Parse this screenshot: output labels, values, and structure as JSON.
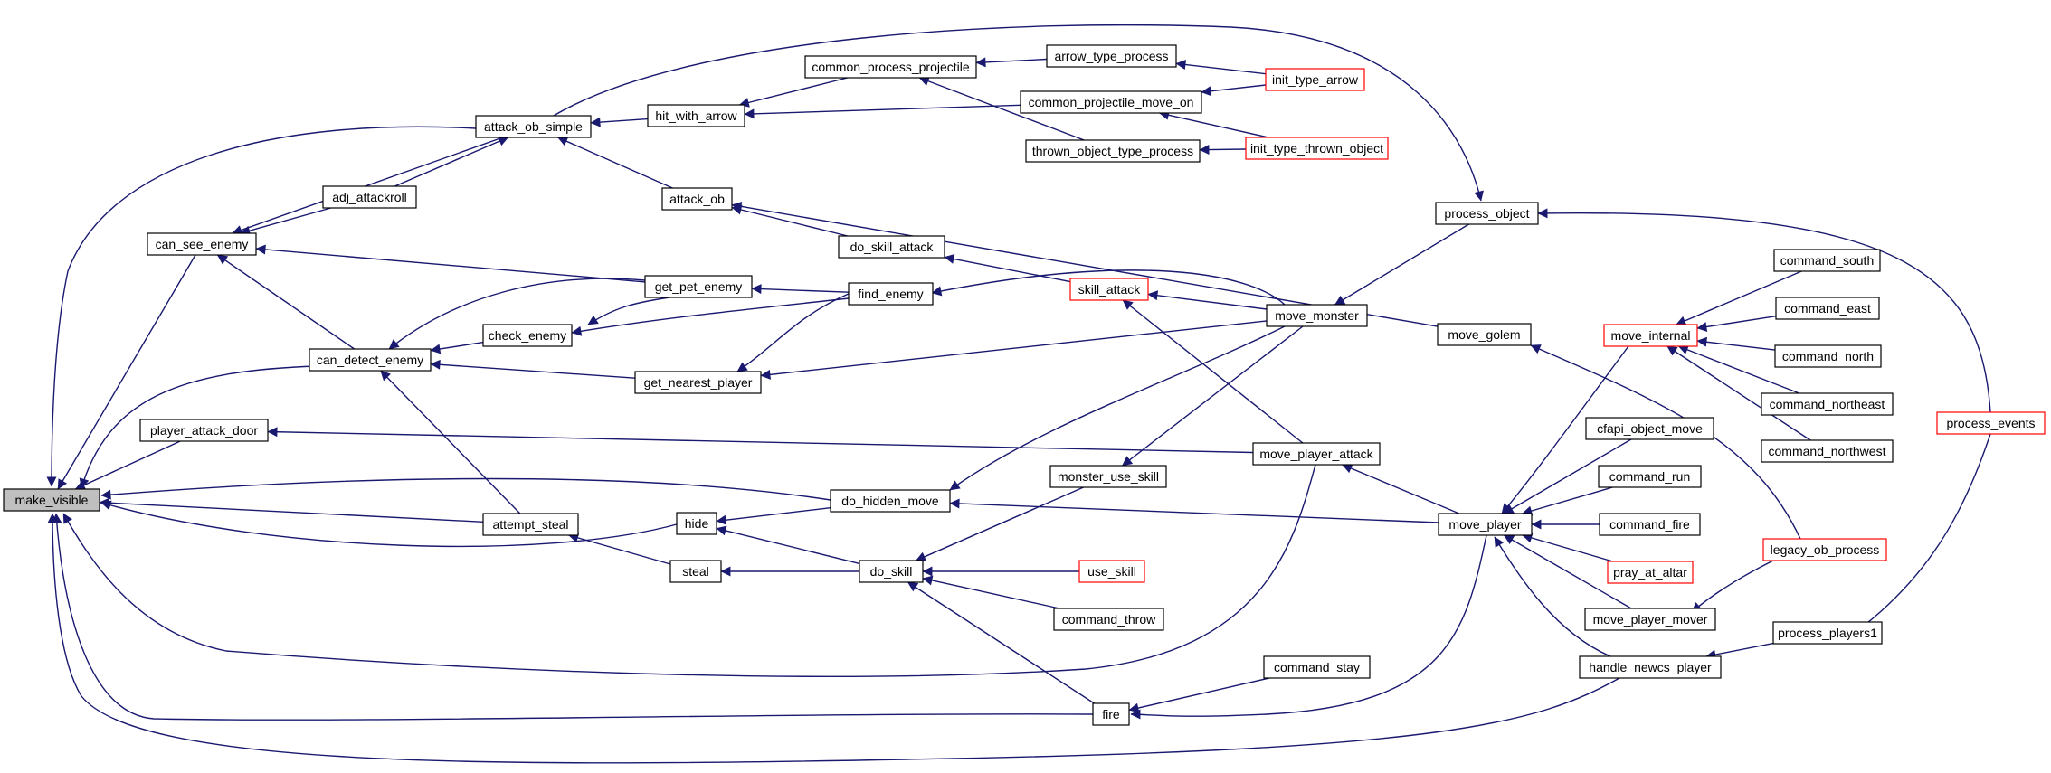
{
  "graph": {
    "edge_color": "#191970",
    "root_fill": "#bfbfbf",
    "red_border": "#ff0000",
    "black_border": "#000000",
    "nodes": [
      {
        "id": "make_visible",
        "label": "make_visible",
        "root": true
      },
      {
        "id": "attack_ob_simple",
        "label": "attack_ob_simple"
      },
      {
        "id": "adj_attackroll",
        "label": "adj_attackroll"
      },
      {
        "id": "can_see_enemy",
        "label": "can_see_enemy"
      },
      {
        "id": "can_detect_enemy",
        "label": "can_detect_enemy"
      },
      {
        "id": "player_attack_door",
        "label": "player_attack_door"
      },
      {
        "id": "attempt_steal",
        "label": "attempt_steal"
      },
      {
        "id": "check_enemy",
        "label": "check_enemy"
      },
      {
        "id": "hide",
        "label": "hide"
      },
      {
        "id": "steal",
        "label": "steal"
      },
      {
        "id": "hit_with_arrow",
        "label": "hit_with_arrow"
      },
      {
        "id": "attack_ob",
        "label": "attack_ob"
      },
      {
        "id": "get_pet_enemy",
        "label": "get_pet_enemy"
      },
      {
        "id": "get_nearest_player",
        "label": "get_nearest_player"
      },
      {
        "id": "common_process_projectile",
        "label": "common_process_projectile"
      },
      {
        "id": "do_skill_attack",
        "label": "do_skill_attack"
      },
      {
        "id": "find_enemy",
        "label": "find_enemy"
      },
      {
        "id": "do_hidden_move",
        "label": "do_hidden_move"
      },
      {
        "id": "do_skill",
        "label": "do_skill"
      },
      {
        "id": "arrow_type_process",
        "label": "arrow_type_process"
      },
      {
        "id": "common_projectile_move_on",
        "label": "common_projectile_move_on"
      },
      {
        "id": "thrown_object_type_process",
        "label": "thrown_object_type_process"
      },
      {
        "id": "skill_attack",
        "label": "skill_attack",
        "red": true
      },
      {
        "id": "monster_use_skill",
        "label": "monster_use_skill"
      },
      {
        "id": "use_skill",
        "label": "use_skill",
        "red": true
      },
      {
        "id": "command_throw",
        "label": "command_throw"
      },
      {
        "id": "fire",
        "label": "fire"
      },
      {
        "id": "init_type_arrow",
        "label": "init_type_arrow",
        "red": true
      },
      {
        "id": "init_type_thrown_object",
        "label": "init_type_thrown_object",
        "red": true
      },
      {
        "id": "move_monster",
        "label": "move_monster"
      },
      {
        "id": "move_player_attack",
        "label": "move_player_attack"
      },
      {
        "id": "command_stay",
        "label": "command_stay"
      },
      {
        "id": "process_object",
        "label": "process_object"
      },
      {
        "id": "move_golem",
        "label": "move_golem"
      },
      {
        "id": "move_player",
        "label": "move_player"
      },
      {
        "id": "move_internal",
        "label": "move_internal",
        "red": true
      },
      {
        "id": "cfapi_object_move",
        "label": "cfapi_object_move"
      },
      {
        "id": "command_run",
        "label": "command_run"
      },
      {
        "id": "command_fire",
        "label": "command_fire"
      },
      {
        "id": "pray_at_altar",
        "label": "pray_at_altar",
        "red": true
      },
      {
        "id": "move_player_mover",
        "label": "move_player_mover"
      },
      {
        "id": "handle_newcs_player",
        "label": "handle_newcs_player"
      },
      {
        "id": "command_south",
        "label": "command_south"
      },
      {
        "id": "command_east",
        "label": "command_east"
      },
      {
        "id": "command_north",
        "label": "command_north"
      },
      {
        "id": "command_northeast",
        "label": "command_northeast"
      },
      {
        "id": "command_northwest",
        "label": "command_northwest"
      },
      {
        "id": "legacy_ob_process",
        "label": "legacy_ob_process",
        "red": true
      },
      {
        "id": "process_players1",
        "label": "process_players1"
      },
      {
        "id": "process_events",
        "label": "process_events",
        "red": true
      }
    ],
    "edges": [
      {
        "from": "attack_ob_simple",
        "to": "make_visible"
      },
      {
        "from": "can_see_enemy",
        "to": "make_visible"
      },
      {
        "from": "can_detect_enemy",
        "to": "make_visible"
      },
      {
        "from": "player_attack_door",
        "to": "make_visible"
      },
      {
        "from": "do_hidden_move",
        "to": "make_visible"
      },
      {
        "from": "attempt_steal",
        "to": "make_visible"
      },
      {
        "from": "hide",
        "to": "make_visible"
      },
      {
        "from": "move_player_attack",
        "to": "make_visible"
      },
      {
        "from": "fire",
        "to": "make_visible"
      },
      {
        "from": "handle_newcs_player",
        "to": "make_visible"
      },
      {
        "from": "attack_ob_simple",
        "to": "can_see_enemy"
      },
      {
        "from": "adj_attackroll",
        "to": "can_see_enemy"
      },
      {
        "from": "get_pet_enemy",
        "to": "can_see_enemy"
      },
      {
        "from": "can_detect_enemy",
        "to": "can_see_enemy"
      },
      {
        "from": "adj_attackroll",
        "to": "attack_ob_simple"
      },
      {
        "from": "hit_with_arrow",
        "to": "attack_ob_simple"
      },
      {
        "from": "attack_ob",
        "to": "attack_ob_simple"
      },
      {
        "from": "attack_ob_simple",
        "to": "process_object"
      },
      {
        "from": "get_pet_enemy",
        "to": "can_detect_enemy"
      },
      {
        "from": "check_enemy",
        "to": "can_detect_enemy"
      },
      {
        "from": "get_nearest_player",
        "to": "can_detect_enemy"
      },
      {
        "from": "attempt_steal",
        "to": "can_detect_enemy"
      },
      {
        "from": "move_player_attack",
        "to": "player_attack_door"
      },
      {
        "from": "steal",
        "to": "attempt_steal"
      },
      {
        "from": "find_enemy",
        "to": "check_enemy"
      },
      {
        "from": "get_pet_enemy",
        "to": "check_enemy"
      },
      {
        "from": "find_enemy",
        "to": "get_pet_enemy"
      },
      {
        "from": "find_enemy",
        "to": "get_nearest_player"
      },
      {
        "from": "move_monster",
        "to": "get_nearest_player"
      },
      {
        "from": "move_monster",
        "to": "find_enemy"
      },
      {
        "from": "common_process_projectile",
        "to": "hit_with_arrow"
      },
      {
        "from": "common_projectile_move_on",
        "to": "hit_with_arrow"
      },
      {
        "from": "arrow_type_process",
        "to": "common_process_projectile"
      },
      {
        "from": "thrown_object_type_process",
        "to": "common_process_projectile"
      },
      {
        "from": "init_type_arrow",
        "to": "arrow_type_process"
      },
      {
        "from": "init_type_arrow",
        "to": "common_projectile_move_on"
      },
      {
        "from": "init_type_thrown_object",
        "to": "common_projectile_move_on"
      },
      {
        "from": "init_type_thrown_object",
        "to": "thrown_object_type_process"
      },
      {
        "from": "do_skill_attack",
        "to": "attack_ob"
      },
      {
        "from": "move_golem",
        "to": "attack_ob"
      },
      {
        "from": "skill_attack",
        "to": "do_skill_attack"
      },
      {
        "from": "move_monster",
        "to": "skill_attack"
      },
      {
        "from": "move_player_attack",
        "to": "skill_attack"
      },
      {
        "from": "do_skill",
        "to": "hide"
      },
      {
        "from": "do_hidden_move",
        "to": "hide"
      },
      {
        "from": "do_skill",
        "to": "steal"
      },
      {
        "from": "move_monster",
        "to": "do_hidden_move"
      },
      {
        "from": "move_player",
        "to": "do_hidden_move"
      },
      {
        "from": "monster_use_skill",
        "to": "do_skill"
      },
      {
        "from": "use_skill",
        "to": "do_skill"
      },
      {
        "from": "command_throw",
        "to": "do_skill"
      },
      {
        "from": "fire",
        "to": "do_skill"
      },
      {
        "from": "move_monster",
        "to": "monster_use_skill"
      },
      {
        "from": "command_stay",
        "to": "fire"
      },
      {
        "from": "move_player",
        "to": "fire"
      },
      {
        "from": "process_object",
        "to": "move_monster"
      },
      {
        "from": "process_events",
        "to": "process_object"
      },
      {
        "from": "legacy_ob_process",
        "to": "move_golem"
      },
      {
        "from": "move_player",
        "to": "move_player_attack"
      },
      {
        "from": "move_internal",
        "to": "move_player"
      },
      {
        "from": "cfapi_object_move",
        "to": "move_player"
      },
      {
        "from": "command_run",
        "to": "move_player"
      },
      {
        "from": "command_fire",
        "to": "move_player"
      },
      {
        "from": "pray_at_altar",
        "to": "move_player"
      },
      {
        "from": "move_player_mover",
        "to": "move_player"
      },
      {
        "from": "handle_newcs_player",
        "to": "move_player"
      },
      {
        "from": "command_south",
        "to": "move_internal"
      },
      {
        "from": "command_east",
        "to": "move_internal"
      },
      {
        "from": "command_north",
        "to": "move_internal"
      },
      {
        "from": "command_northeast",
        "to": "move_internal"
      },
      {
        "from": "command_northwest",
        "to": "move_internal"
      },
      {
        "from": "legacy_ob_process",
        "to": "move_player_mover"
      },
      {
        "from": "process_players1",
        "to": "handle_newcs_player"
      },
      {
        "from": "process_events",
        "to": "process_players1"
      }
    ]
  }
}
